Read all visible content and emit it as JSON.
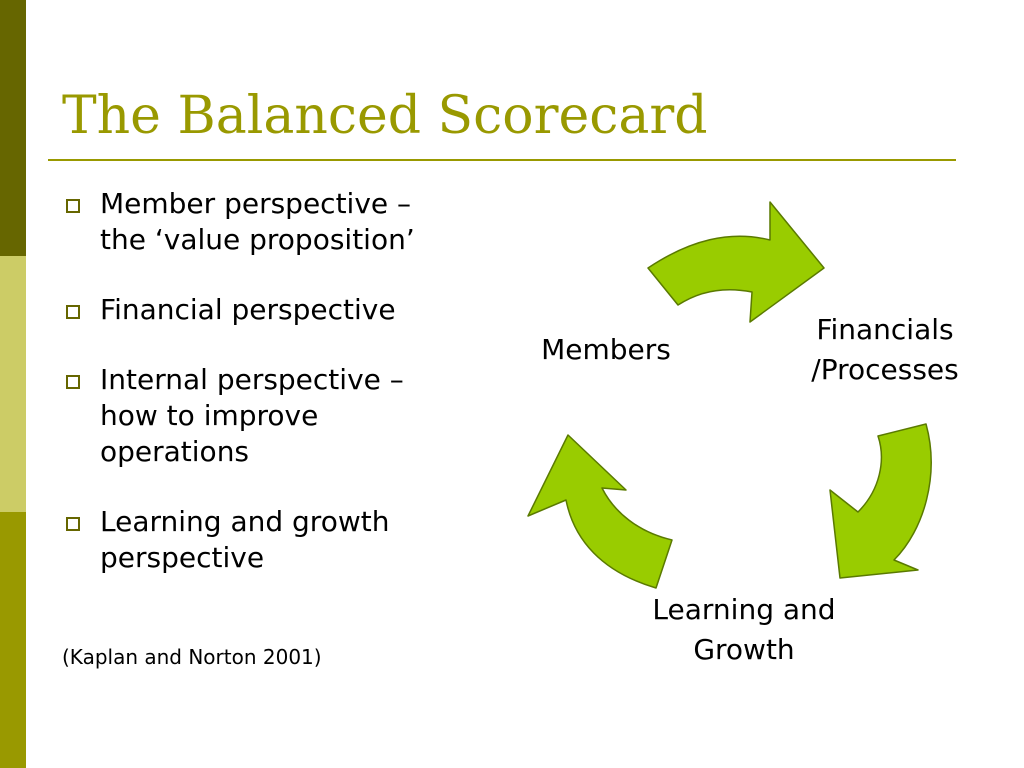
{
  "slide": {
    "title": "The Balanced Scorecard",
    "bullets": [
      {
        "lines": [
          "Member perspective –",
          "the ‘value proposition’"
        ]
      },
      {
        "lines": [
          "Financial perspective"
        ]
      },
      {
        "lines": [
          "Internal perspective –",
          "how to improve",
          "operations"
        ]
      },
      {
        "lines": [
          "Learning and growth",
          "perspective"
        ]
      }
    ],
    "citation": "(Kaplan and Norton 2001)"
  },
  "cycle": {
    "nodes": {
      "members": {
        "lines": [
          "Members"
        ]
      },
      "financials": {
        "lines": [
          "Financials",
          "/Processes"
        ]
      },
      "learning": {
        "lines": [
          "Learning and",
          "Growth"
        ]
      }
    }
  },
  "colors": {
    "sidebar_dark": "#666600",
    "sidebar_light": "#cccc66",
    "sidebar_mid": "#999900",
    "title": "#999900",
    "arrow_fill": "#99cc00",
    "arrow_stroke": "#5a7a00"
  }
}
